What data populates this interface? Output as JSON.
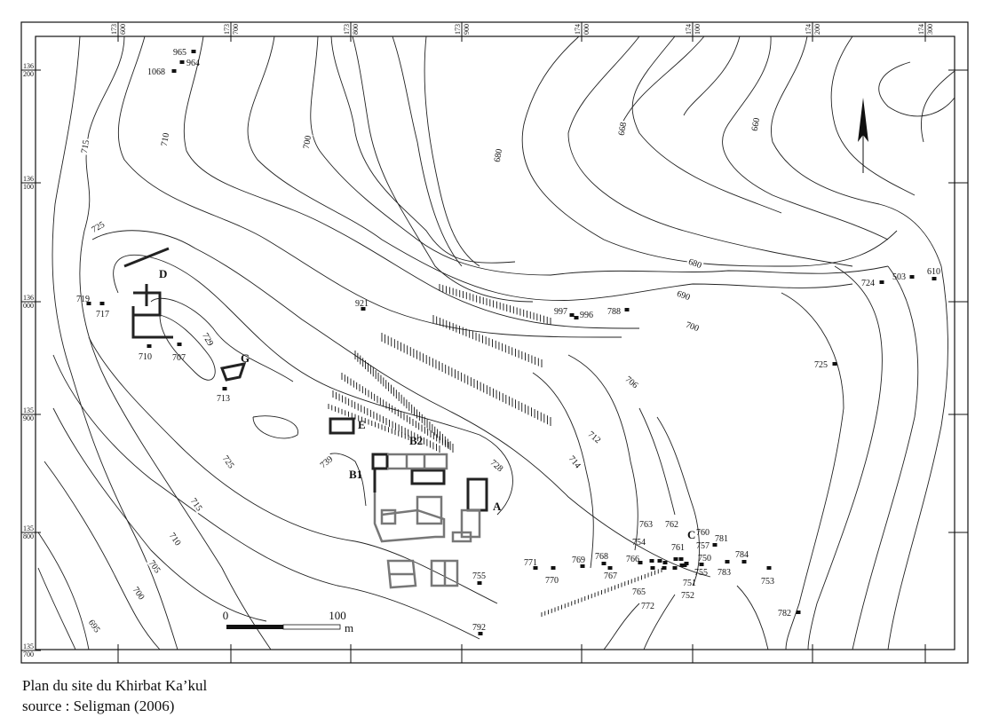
{
  "caption": {
    "title": "Plan du site du Khirbat Ka’kul",
    "source": "source : Seligman (2006)"
  },
  "grid": {
    "easting": [
      [
        "173",
        "600"
      ],
      [
        "173",
        "700"
      ],
      [
        "173",
        "800"
      ],
      [
        "173",
        "900"
      ],
      [
        "174",
        "000"
      ],
      [
        "174",
        "100"
      ],
      [
        "174",
        "200"
      ],
      [
        "174",
        "300"
      ]
    ],
    "northing": [
      [
        "136",
        "200"
      ],
      [
        "136",
        "100"
      ],
      [
        "136",
        "000"
      ],
      [
        "135",
        "900"
      ],
      [
        "135",
        "800"
      ],
      [
        "135",
        "700"
      ]
    ]
  },
  "scale_bar": {
    "start": "0",
    "end": "100",
    "unit": "m"
  },
  "site_areas": [
    "D",
    "G",
    "E",
    "B2",
    "B1",
    "A",
    "C"
  ],
  "contour_labels": [
    "715",
    "710",
    "700",
    "680",
    "668",
    "660",
    "725",
    "729",
    "680",
    "690",
    "700",
    "706",
    "712",
    "714",
    "728",
    "739",
    "725",
    "715",
    "710",
    "705",
    "700",
    "695"
  ],
  "spot_heights": [
    "965",
    "964",
    "1068",
    "719",
    "717",
    "710",
    "707",
    "713",
    "921",
    "997",
    "996",
    "788",
    "724",
    "503",
    "610",
    "725",
    "755",
    "792",
    "771",
    "770",
    "769",
    "768",
    "767",
    "766",
    "754",
    "763",
    "762",
    "765",
    "772",
    "761",
    "760",
    "757",
    "750",
    "755",
    "751",
    "752",
    "781",
    "783",
    "784",
    "753",
    "782"
  ],
  "north_arrow": "north-arrow-icon"
}
